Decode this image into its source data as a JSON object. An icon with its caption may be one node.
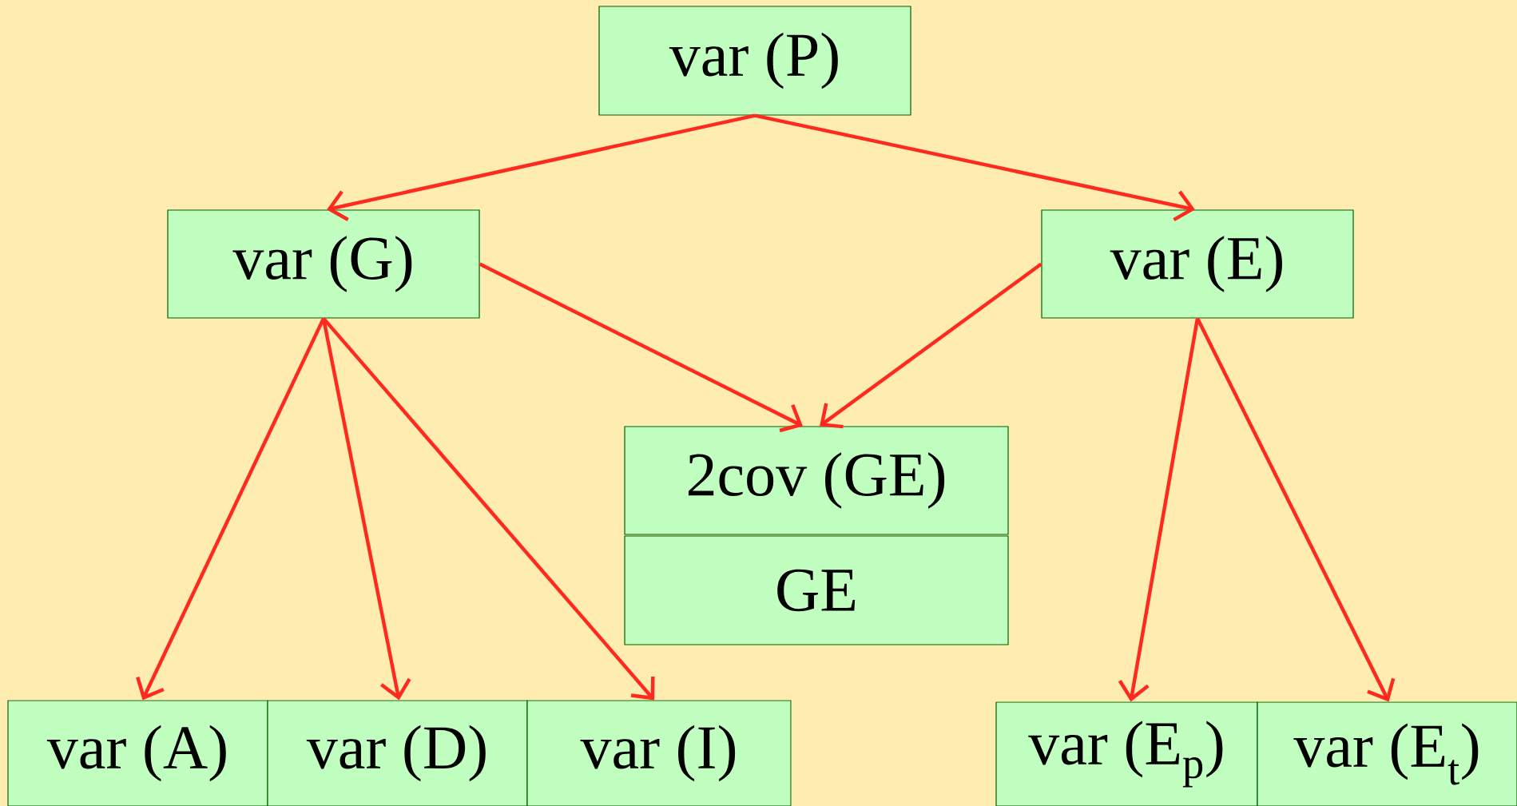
{
  "diagram": {
    "nodes": [
      {
        "text": [
          "var (P)"
        ]
      },
      {
        "text": [
          "var (G)"
        ]
      },
      {
        "text": [
          "var (E)"
        ]
      },
      {
        "text": [
          "2cov (GE)"
        ]
      },
      {
        "text": [
          "GE"
        ]
      },
      {
        "text": [
          "var (A)"
        ]
      },
      {
        "text": [
          "var (D)"
        ]
      },
      {
        "text": [
          "var (I)"
        ]
      },
      {
        "text": [
          "var (E$_{p}$)"
        ]
      },
      {
        "text": [
          "var (E$_{t}$)"
        ]
      }
    ],
    "edges": [
      {
        "from": 0,
        "to": 1,
        "arrow": "to"
      },
      {
        "from": 0,
        "to": 2,
        "arrow": "to"
      },
      {
        "from": 1,
        "to": 3,
        "arrow": "to"
      },
      {
        "from": 2,
        "to": 3,
        "arrow": "to"
      },
      {
        "from": 1,
        "to": 5,
        "arrow": "to"
      },
      {
        "from": 1,
        "to": 6,
        "arrow": "to"
      },
      {
        "from": 1,
        "to": 7,
        "arrow": "to"
      },
      {
        "from": 2,
        "to": 8,
        "arrow": "to"
      },
      {
        "from": 2,
        "to": 9,
        "arrow": "to"
      }
    ]
  }
}
